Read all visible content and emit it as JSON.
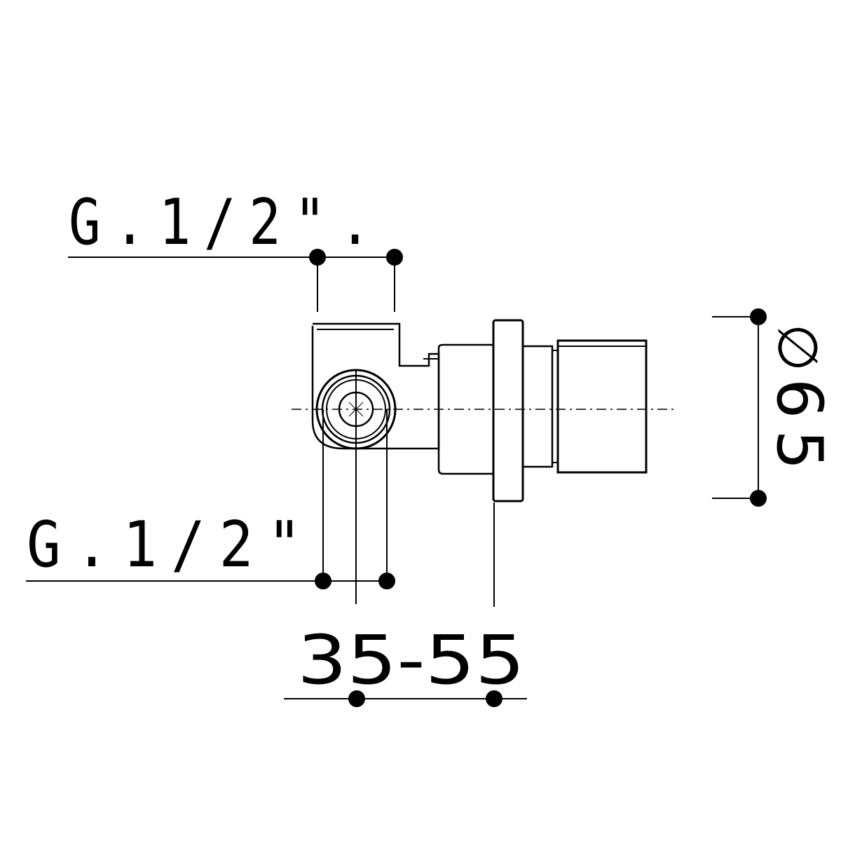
{
  "diagram": {
    "top_thread_label": "G.1/2\".",
    "bottom_thread_label": "G.1/2\"",
    "depth_range_label": "35-55",
    "diameter_value": "65",
    "diameter_symbol": "∅"
  }
}
